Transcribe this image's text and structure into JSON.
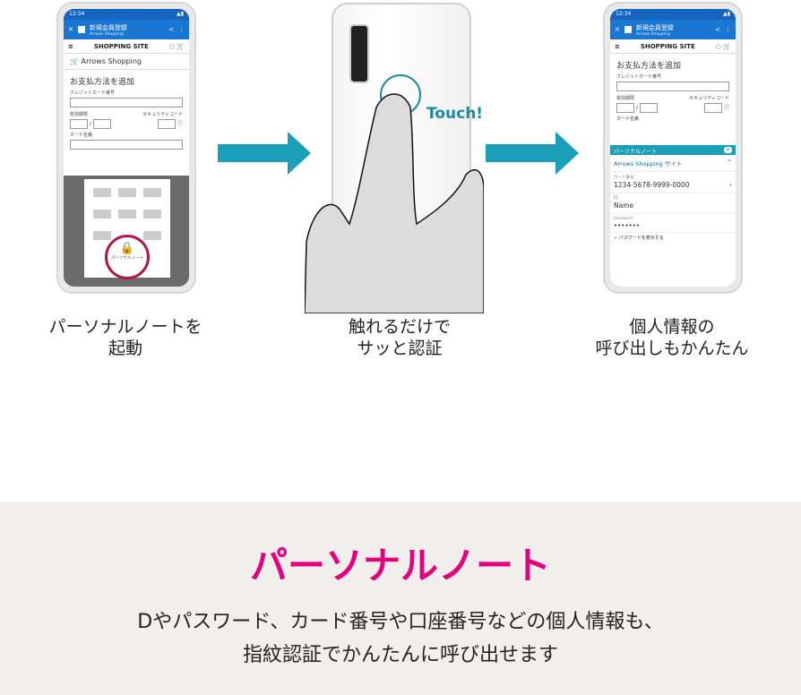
{
  "colors": {
    "accent_teal": "#1aa0b8",
    "title_pink": "#e4007f",
    "band_bg": "#f1efeb",
    "appbar_blue": "#1976d2"
  },
  "phone_ui": {
    "time": "12:34",
    "appbar_title": "新規会員登録",
    "appbar_subtitle": "Arrows Shopping",
    "site_title": "SHOPPING SITE",
    "shop_name": "Arrows Shopping",
    "page_heading": "お支払方法を追加",
    "card_number_label": "クレジットカード番号",
    "expiry_label": "有効期限",
    "expiry_sep": "/",
    "security_label": "セキュリティコード",
    "card_name_label": "カード名義",
    "launcher_label": "パーソナルノート",
    "panel_title": "パーソナルノート",
    "panel_site": "Arrows Shopping サイト",
    "panel_card_label": "カード番号",
    "panel_card_value": "1234-5678-9999-0000",
    "panel_id_label": "ID",
    "panel_id_value": "Name",
    "panel_password_label": "Password",
    "panel_password_value": "•••••••",
    "panel_show_password": "パスワードを表示する"
  },
  "touch_label": "Touch!",
  "steps": [
    {
      "line1": "パーソナルノートを",
      "line2": "起動"
    },
    {
      "line1": "触れるだけで",
      "line2": "サッと認証"
    },
    {
      "line1": "個人情報の",
      "line2": "呼び出しもかんたん"
    }
  ],
  "feature": {
    "title": "パーソナルノート",
    "line1": "Dやパスワード、カード番号や口座番号などの個人情報も、",
    "line2": "指紋認証でかんたんに呼び出せます"
  }
}
